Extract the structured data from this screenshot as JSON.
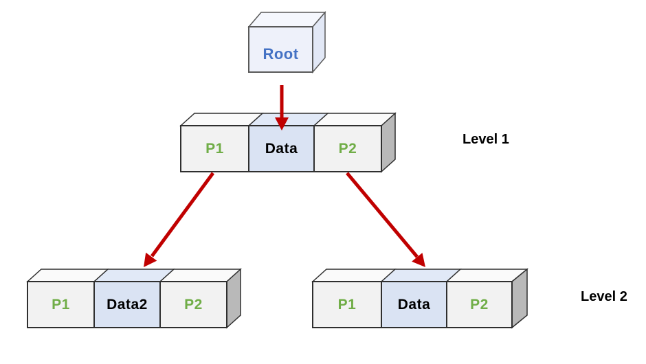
{
  "diagram": {
    "root": {
      "label": "Root"
    },
    "level1": {
      "label": "Level 1",
      "node": {
        "cells": [
          "P1",
          "Data",
          "P2"
        ]
      }
    },
    "level2": {
      "label": "Level 2",
      "left_node": {
        "cells": [
          "P1",
          "Data2",
          "P2"
        ]
      },
      "right_node": {
        "cells": [
          "P1",
          "Data",
          "P2"
        ]
      }
    },
    "colors": {
      "arrow": "#c00000",
      "pointer_text": "#70ad47",
      "data_cell_fill": "#dae3f3",
      "pointer_cell_fill": "#f2f2f2",
      "root_text": "#4472c4",
      "root_fill": "#eef1fa"
    }
  }
}
